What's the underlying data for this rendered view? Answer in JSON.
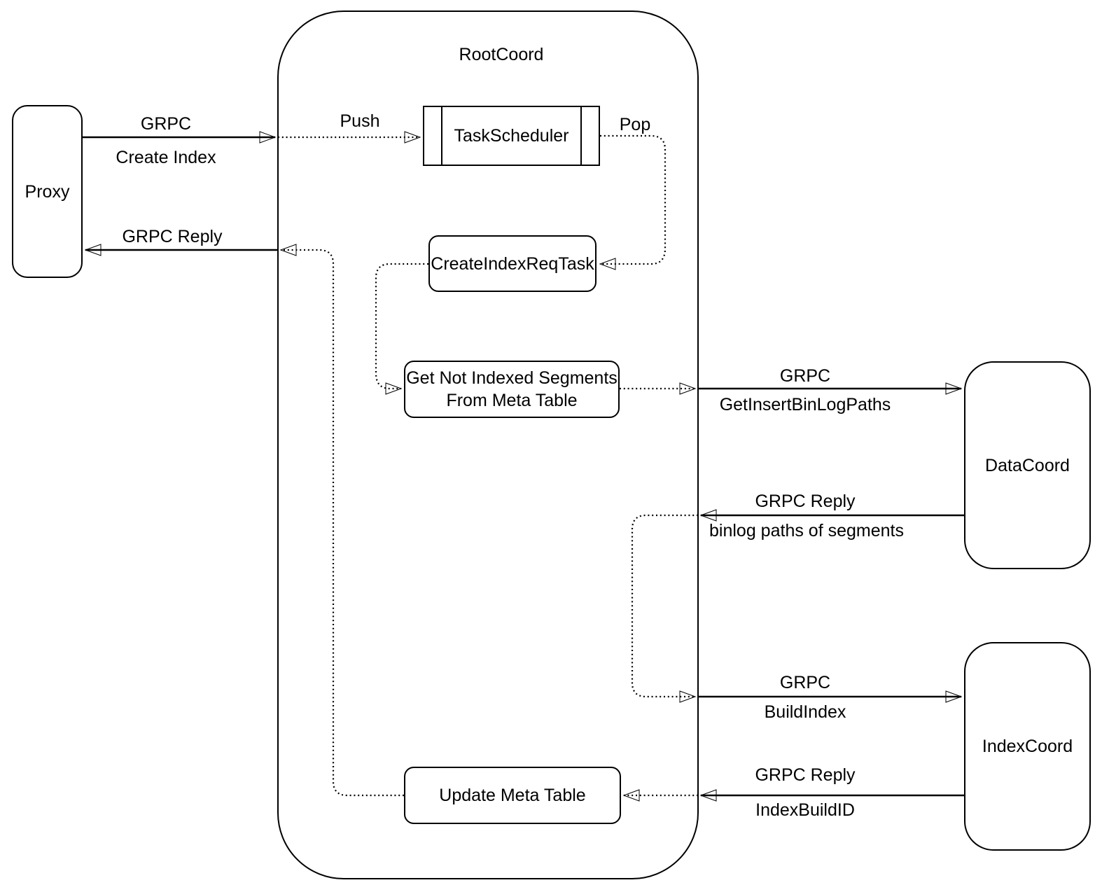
{
  "diagram": {
    "background_color": "#ffffff",
    "stroke_color": "#000000",
    "text_color": "#000000",
    "container": {
      "title": "RootCoord"
    },
    "nodes": {
      "proxy": {
        "label": "Proxy"
      },
      "task_scheduler": {
        "label": "TaskScheduler"
      },
      "create_index_req_task": {
        "label": "CreateIndexReqTask"
      },
      "get_not_indexed_segments": {
        "line1": "Get Not Indexed Segments",
        "line2": "From Meta Table"
      },
      "update_meta_table": {
        "label": "Update Meta Table"
      },
      "data_coord": {
        "label": "DataCoord"
      },
      "index_coord": {
        "label": "IndexCoord"
      }
    },
    "edge_labels": {
      "grpc_create_index": {
        "line1": "GRPC",
        "line2": "Create Index"
      },
      "grpc_reply_proxy": {
        "line1": "GRPC Reply"
      },
      "push": {
        "label": "Push"
      },
      "pop": {
        "label": "Pop"
      },
      "grpc_get_insert_binlog_paths": {
        "line1": "GRPC",
        "line2": "GetInsertBinLogPaths"
      },
      "grpc_reply_binlog_paths": {
        "line1": "GRPC Reply",
        "line2": "binlog paths of segments"
      },
      "grpc_build_index": {
        "line1": "GRPC",
        "line2": "BuildIndex"
      },
      "grpc_reply_index_build_id": {
        "line1": "GRPC Reply",
        "line2": "IndexBuildID"
      }
    }
  }
}
